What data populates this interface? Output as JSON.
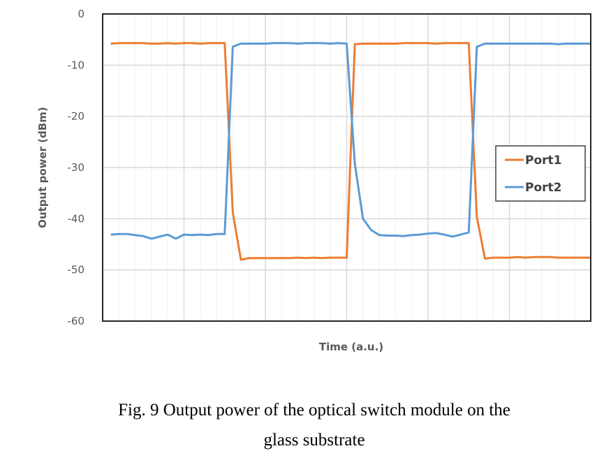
{
  "chart_data": {
    "type": "line",
    "title": "",
    "xlabel": "Time (a.u.)",
    "ylabel": "Output power (dBm)",
    "ylim": [
      -60,
      0
    ],
    "yticks": [
      "0",
      "-10",
      "-20",
      "-30",
      "-40",
      "-50",
      "-60"
    ],
    "xlim": [
      0,
      60
    ],
    "grid": true,
    "legend_position": "right",
    "x": [
      1,
      2,
      3,
      4,
      5,
      6,
      7,
      8,
      9,
      10,
      11,
      12,
      13,
      14,
      15,
      16,
      17,
      18,
      19,
      20,
      21,
      22,
      23,
      24,
      25,
      26,
      27,
      28,
      29,
      30,
      31,
      32,
      33,
      34,
      35,
      36,
      37,
      38,
      39,
      40,
      41,
      42,
      43,
      44,
      45,
      46,
      47,
      48,
      49,
      50,
      51,
      52,
      53,
      54,
      55,
      56,
      57,
      58,
      59,
      60
    ],
    "series": [
      {
        "name": "Port1",
        "color": "#ED7D31",
        "values": [
          -5.8,
          -5.7,
          -5.7,
          -5.7,
          -5.7,
          -5.8,
          -5.8,
          -5.7,
          -5.8,
          -5.7,
          -5.7,
          -5.8,
          -5.7,
          -5.7,
          -5.7,
          -38.8,
          -48.0,
          -47.7,
          -47.7,
          -47.7,
          -47.7,
          -47.7,
          -47.7,
          -47.6,
          -47.7,
          -47.6,
          -47.7,
          -47.6,
          -47.6,
          -47.6,
          -5.9,
          -5.8,
          -5.8,
          -5.8,
          -5.8,
          -5.8,
          -5.7,
          -5.7,
          -5.7,
          -5.7,
          -5.8,
          -5.7,
          -5.7,
          -5.7,
          -5.7,
          -39.7,
          -47.8,
          -47.6,
          -47.6,
          -47.6,
          -47.5,
          -47.6,
          -47.5,
          -47.5,
          -47.5,
          -47.6,
          -47.6,
          -47.6,
          -47.6,
          -47.6
        ]
      },
      {
        "name": "Port2",
        "color": "#5B9BD5",
        "values": [
          -43.1,
          -43.0,
          -43.0,
          -43.2,
          -43.4,
          -43.9,
          -43.5,
          -43.1,
          -43.9,
          -43.1,
          -43.2,
          -43.1,
          -43.2,
          -43.0,
          -43.0,
          -6.4,
          -5.8,
          -5.8,
          -5.8,
          -5.8,
          -5.7,
          -5.7,
          -5.7,
          -5.8,
          -5.7,
          -5.7,
          -5.7,
          -5.8,
          -5.7,
          -5.8,
          -29.3,
          -40.0,
          -42.2,
          -43.2,
          -43.3,
          -43.3,
          -43.4,
          -43.2,
          -43.1,
          -42.9,
          -42.8,
          -43.1,
          -43.5,
          -43.1,
          -42.7,
          -6.4,
          -5.8,
          -5.8,
          -5.8,
          -5.8,
          -5.8,
          -5.8,
          -5.8,
          -5.8,
          -5.8,
          -5.9,
          -5.8,
          -5.8,
          -5.8,
          -5.8
        ]
      }
    ]
  },
  "caption": {
    "line1": "Fig. 9 Output power of the optical switch module on the",
    "line2": "glass substrate"
  }
}
